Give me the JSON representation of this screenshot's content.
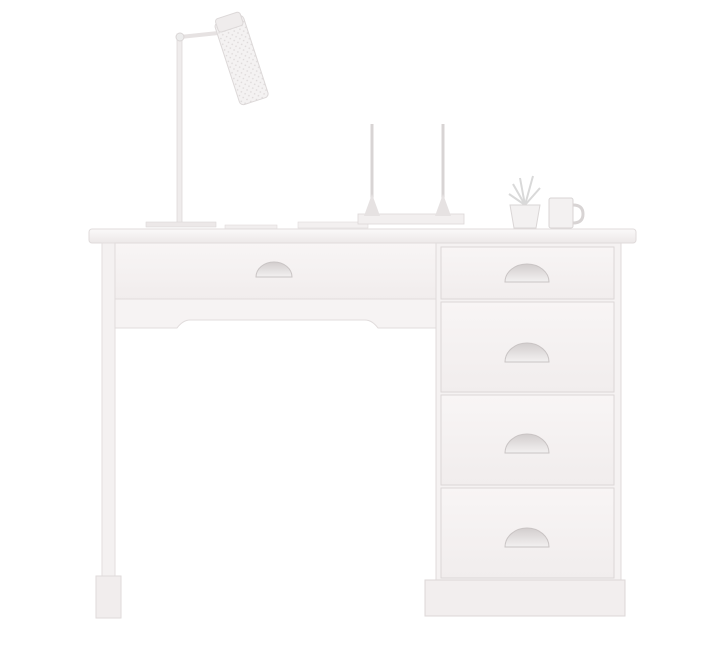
{
  "scene": {
    "subject": "white-writing-desk",
    "palette": {
      "background": "#ffffff",
      "desk": "#f5f2f2",
      "desk_shadow": "#e6e1e1",
      "edge": "#dcd6d6",
      "handle": "#e9e6e6",
      "handle_dark": "#cfcaca",
      "plant": "#e2e2e2"
    },
    "objects": [
      "desk-lamp",
      "paper-stack",
      "tablet-stand",
      "potted-plant",
      "mug",
      "desk-top",
      "wide-drawer",
      "drawer-1",
      "drawer-2",
      "drawer-3",
      "drawer-4",
      "leg",
      "plinth"
    ]
  }
}
